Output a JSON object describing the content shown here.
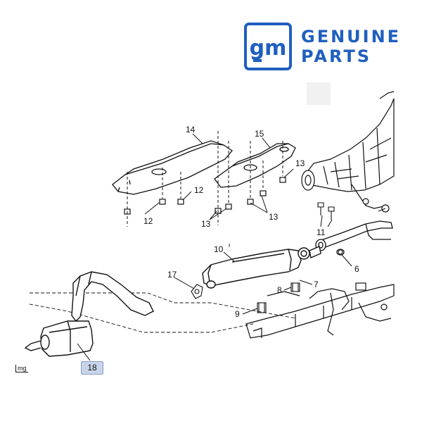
{
  "logo": {
    "mark": "gm",
    "line1": "GENUINE",
    "line2": "PARTS",
    "color": "#1f5fbf"
  },
  "callouts": {
    "c14": "14",
    "c15": "15",
    "c13a": "13",
    "c13b": "13",
    "c13c": "13",
    "c12a": "12",
    "c12b": "12",
    "c11": "11",
    "c10": "10",
    "c6": "6",
    "c17": "17",
    "c7": "7",
    "c8": "8",
    "c9": "9",
    "c18": "18"
  },
  "corner_tag": "mg",
  "highlight_color": "#c9d4ea"
}
